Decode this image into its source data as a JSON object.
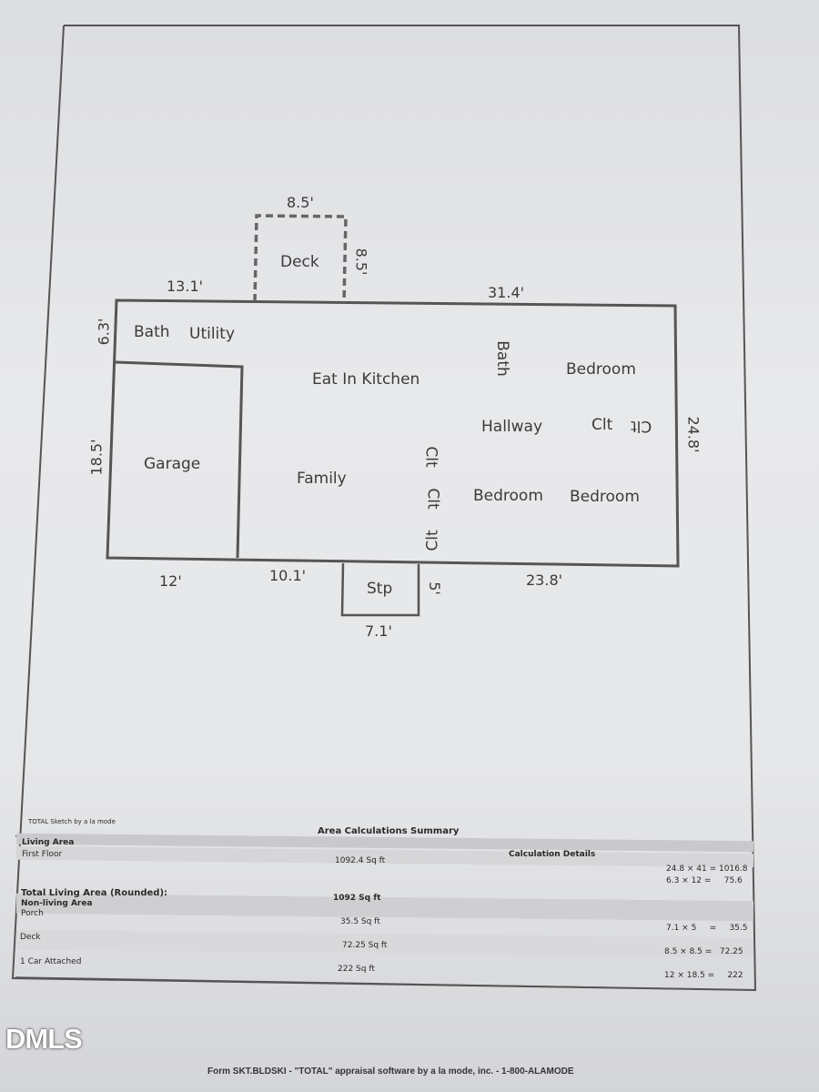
{
  "plan": {
    "rooms": {
      "deck": "Deck",
      "bath": "Bath",
      "utility": "Utility",
      "garage": "Garage",
      "eat_in_kitchen": "Eat In Kitchen",
      "family": "Family",
      "bath2": "Bath",
      "bedroom1": "Bedroom",
      "hallway": "Hallway",
      "clt1": "Clt",
      "clt2": "Clt",
      "clt3": "Clt",
      "clt4": "Clt",
      "clt5": "Clt",
      "bedroom2": "Bedroom",
      "bedroom3": "Bedroom",
      "stp": "Stp"
    },
    "dimensions": {
      "deck_top": "8.5'",
      "deck_right": "8.5'",
      "top_left": "13.1'",
      "top_right": "31.4'",
      "left_upper": "6.3'",
      "left_lower": "18.5'",
      "right": "24.8'",
      "bottom_garage": "12'",
      "bottom_mid": "10.1'",
      "stp_right": "5'",
      "stp_bottom": "7.1'",
      "bottom_right": "23.8'"
    }
  },
  "summary": {
    "sketch_credit": "TOTAL Sketch by a la mode",
    "title": "Area Calculations Summary",
    "living_area": "Living Area",
    "first_floor": "First Floor",
    "first_floor_value": "1092.4 Sq ft",
    "calculation_details": "Calculation Details",
    "calc1": "24.8 × 41 = 1016.8",
    "calc2": "6.3 × 12 =     75.6",
    "total_living": "Total Living Area (Rounded):",
    "total_living_value": "1092 Sq ft",
    "non_living": "Non-living Area",
    "porch": "Porch",
    "porch_value": "35.5 Sq ft",
    "porch_calc": "7.1 × 5     =     35.5",
    "deck": "Deck",
    "deck_value": "72.25 Sq ft",
    "deck_calc": "8.5 × 8.5 =   72.25",
    "garage": "1 Car Attached",
    "garage_value": "222 Sq ft",
    "garage_calc": "12 × 18.5 =     222"
  },
  "watermark": "DMLS",
  "footer": "Form SKT.BLDSKI - \"TOTAL\" appraisal software by a la mode, inc. - 1-800-ALAMODE"
}
